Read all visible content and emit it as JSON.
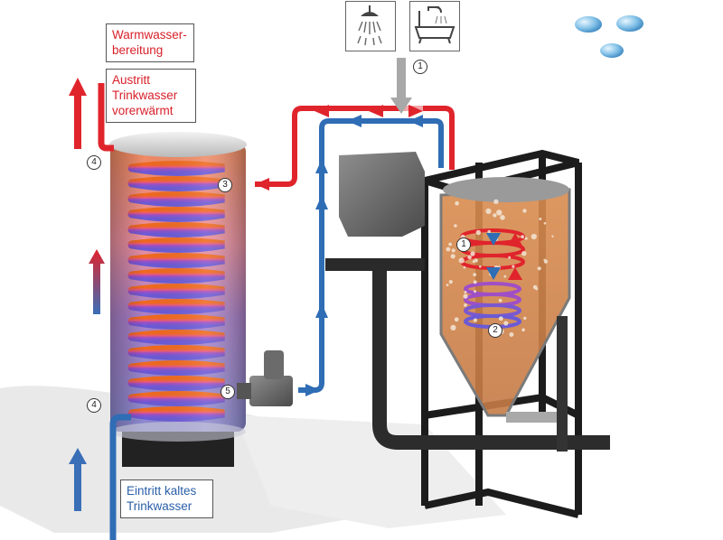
{
  "labels": {
    "warmwasser": [
      "Warmwasser-",
      "bereitung"
    ],
    "austritt": [
      "Austritt",
      "Trinkwasser",
      "vorerwärmt"
    ],
    "eintritt": [
      "Eintritt kaltes",
      "Trinkwasser"
    ]
  },
  "markers": {
    "shower_inlet": "1",
    "heat_exchanger_upper": "1",
    "heat_exchanger_lower": "2",
    "tank_outlet_port": "3",
    "austritt_pipe": "4",
    "eintritt_pipe": "4",
    "pump": "5"
  },
  "icons": [
    "shower-icon",
    "bathtub-icon",
    "water-drops-icon"
  ],
  "colors": {
    "hot": "#e0242c",
    "cold": "#2f6db5",
    "grey_flow": "#a8a8a8",
    "label_red": "#d8202a",
    "label_blue": "#2a5fa8"
  }
}
